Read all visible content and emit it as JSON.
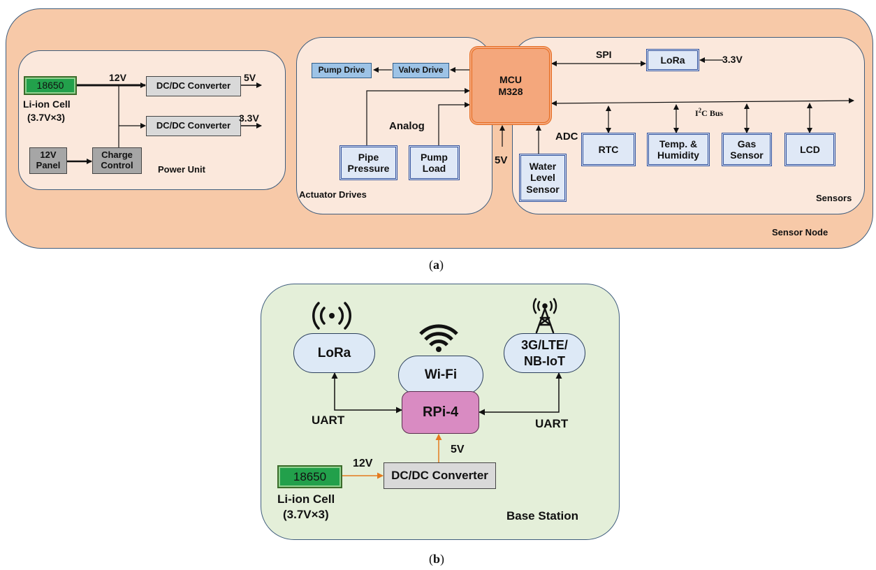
{
  "colors": {
    "sensor_node_bg": "#f7c9a8",
    "sub_panel_bg": "#fbe8dc",
    "mcu_bg": "#f4a77c",
    "mcu_border": "#e56b1f",
    "base_station_bg": "#e4efd9",
    "rpi_bg": "#d98bc2",
    "battery_green": "#22a04b",
    "module_blue": "#9dc3e6",
    "orange_wire": "#e47a1e"
  },
  "diagram_a": {
    "caption_letter": "a",
    "sensor_node_label": "Sensor Node",
    "power_unit": {
      "label": "Power Unit",
      "battery": "18650",
      "cell_line1": "Li-ion Cell",
      "cell_line2": "(3.7V×3)",
      "v12": "12V",
      "converter1": "DC/DC Converter",
      "converter2": "DC/DC Converter",
      "v5": "5V",
      "v33": "3.3V",
      "panel_line1": "12V",
      "panel_line2": "Panel",
      "charge_line1": "Charge",
      "charge_line2": "Control"
    },
    "actuator": {
      "label": "Actuator Drives",
      "pump_drive": "Pump Drive",
      "valve_drive": "Valve Drive",
      "analog": "Analog",
      "pipe_line1": "Pipe",
      "pipe_line2": "Pressure",
      "pump_line1": "Pump",
      "pump_line2": "Load",
      "v5": "5V"
    },
    "mcu": {
      "line1": "MCU",
      "line2": "M328"
    },
    "sensors": {
      "label": "Sensors",
      "spi": "SPI",
      "lora": "LoRa",
      "v33": "3.3V",
      "i2c_prefix": "I",
      "i2c_sup": "2",
      "i2c_suffix": "C Bus",
      "adc": "ADC",
      "rtc": "RTC",
      "temp_line1": "Temp. &",
      "temp_line2": "Humidity",
      "gas_line1": "Gas",
      "gas_line2": "Sensor",
      "lcd": "LCD",
      "water_line1": "Water",
      "water_line2": "Level",
      "water_line3": "Sensor"
    }
  },
  "diagram_b": {
    "caption_letter": "b",
    "label": "Base Station",
    "lora": "LoRa",
    "wifi": "Wi-Fi",
    "cell_line1": "3G/LTE/",
    "cell_line2": "NB-IoT",
    "rpi": "RPi-4",
    "uart_left": "UART",
    "uart_right": "UART",
    "v5": "5V",
    "v12": "12V",
    "converter": "DC/DC Converter",
    "battery": "18650",
    "cell_line_a": "Li-ion Cell",
    "cell_line_b": "(3.7V×3)",
    "icons": [
      "radio-waves-icon",
      "wifi-icon",
      "cell-tower-icon"
    ]
  }
}
